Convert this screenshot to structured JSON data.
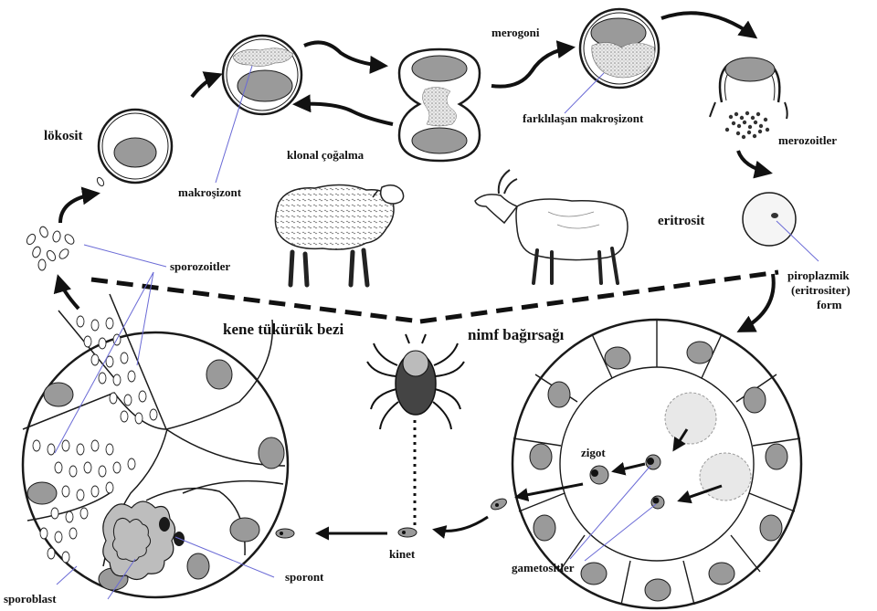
{
  "labels": {
    "lokosit": "lökosit",
    "makrosizont": "makroşizont",
    "klonal": "klonal çoğalma",
    "merogoni": "merogoni",
    "farklilasan": "farklılaşan makroşizont",
    "merozoitler": "merozoitler",
    "eritrosit": "eritrosit",
    "piroplazmik_1": "piroplazmik",
    "piroplazmik_2": "(eritrositer)",
    "piroplazmik_3": "form",
    "sporozoitler": "sporozoitler",
    "kene": "kene tükürük bezi",
    "nimf": "nimf bağırsağı",
    "zigot": "zigot",
    "kinet": "kinet",
    "sporont": "sporont",
    "sporoblast": "sporoblast",
    "gametositler": "gametositler"
  },
  "colors": {
    "nucleus": "#9a9a9a",
    "stroke": "#1a1a1a",
    "pointer": "#6b6bd6",
    "dotted": "#c8c8c8"
  },
  "icons": [
    "sheep-icon",
    "goat-icon",
    "tick-icon"
  ]
}
